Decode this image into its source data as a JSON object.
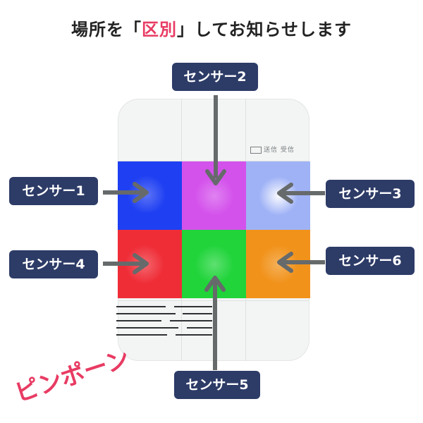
{
  "title": {
    "before": "場所を「",
    "accent": "区別",
    "after": "」してお知らせします"
  },
  "device": {
    "status_text": "送信 受信"
  },
  "sensors": [
    {
      "label": "センサー1",
      "color": "#1e3ff2"
    },
    {
      "label": "センサー2",
      "color": "#d452ec"
    },
    {
      "label": "センサー3",
      "color": "#9fb2f6"
    },
    {
      "label": "センサー4",
      "color": "#ef2d37"
    },
    {
      "label": "センサー5",
      "color": "#20d43a"
    },
    {
      "label": "センサー6",
      "color": "#f1921a"
    }
  ],
  "sound": {
    "text": "ピンポーン",
    "color": "#e83b63"
  },
  "colors": {
    "label_bg": "#2d3b67",
    "arrow": "#666a6b",
    "accent": "#e83b63"
  }
}
